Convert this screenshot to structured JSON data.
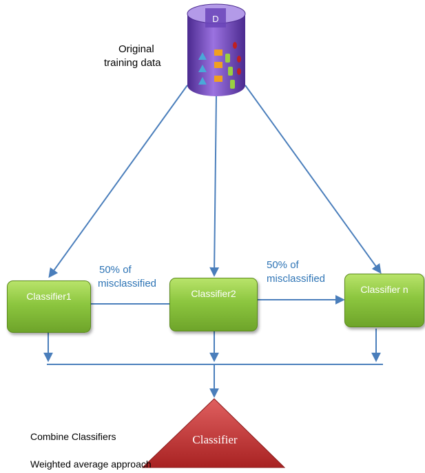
{
  "data_source": {
    "badge": "D",
    "label_line1": "Original",
    "label_line2": "training data"
  },
  "classifiers": [
    {
      "label": "Classifier1"
    },
    {
      "label": "Classifier2"
    },
    {
      "label": "Classifier n"
    }
  ],
  "edges": [
    {
      "line1": "50% of",
      "line2": "misclassified"
    },
    {
      "line1": "50% of",
      "line2": "misclassified"
    }
  ],
  "combiner": {
    "label": "Classifier"
  },
  "notes": {
    "combine": "Combine Classifiers",
    "approach": "Weighted average approach"
  },
  "colors": {
    "arrow": "#4a7ebb",
    "classifier_fill": "#8cc63f",
    "database_fill": "#7b4fc4",
    "triangle_fill": "#c0302e",
    "edge_text": "#2e74b5"
  }
}
